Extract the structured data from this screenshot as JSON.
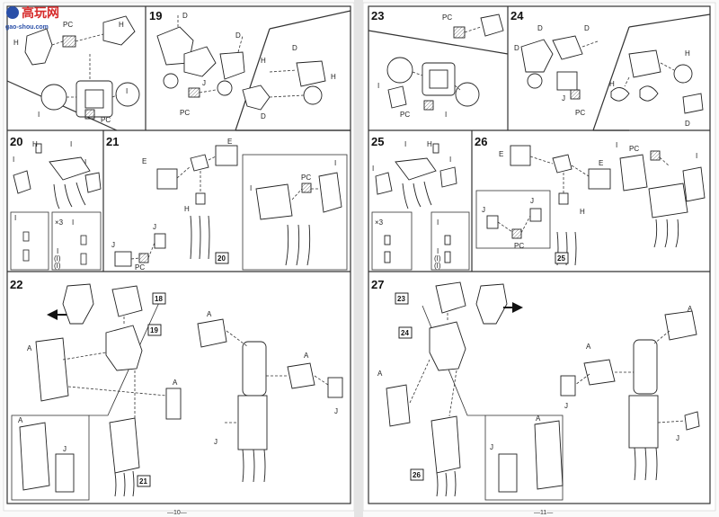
{
  "watermark": {
    "brand": "高玩网",
    "site": "gao-shou.com"
  },
  "left_page": {
    "number": "—10—",
    "steps": [
      {
        "id": "19"
      },
      {
        "id": "20"
      },
      {
        "id": "21"
      },
      {
        "id": "22"
      }
    ],
    "refs": [
      "18",
      "19",
      "20",
      "21"
    ],
    "labels": {
      "pc": "PC",
      "h": "H",
      "i": "I",
      "j": "J",
      "d": "D",
      "e": "E",
      "a": "A",
      "x3": "×3",
      "i_paren": "(I)"
    }
  },
  "right_page": {
    "number": "—11—",
    "steps": [
      {
        "id": "23"
      },
      {
        "id": "24"
      },
      {
        "id": "25"
      },
      {
        "id": "26"
      },
      {
        "id": "27"
      }
    ],
    "refs": [
      "23",
      "24",
      "25",
      "26"
    ]
  },
  "colors": {
    "ink": "#222222",
    "frame": "#333333",
    "paper": "#fafafa",
    "watermark_red": "#d62a2a",
    "watermark_blue": "#2a4fa8"
  }
}
